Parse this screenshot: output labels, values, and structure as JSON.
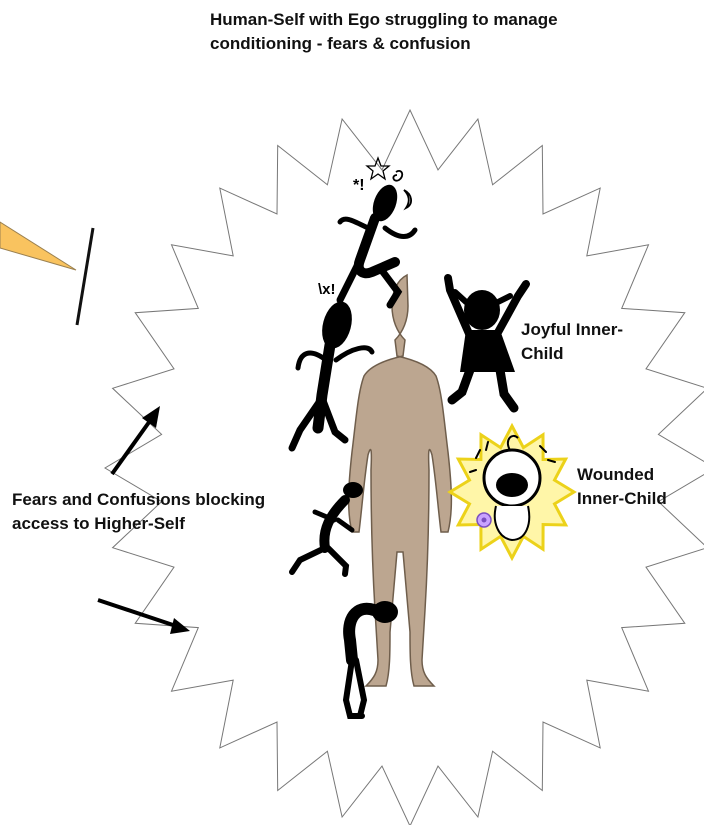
{
  "title": "Human-Self with Ego struggling to manage conditioning - fears & confusion",
  "labels": {
    "joyful": "Joyful Inner-Child",
    "wounded": "Wounded Inner-Child",
    "fears": "Fears and Confusions blocking access to Higher-Self"
  },
  "doodle_text": {
    "top_symbols": "*!",
    "mid_symbols": "\\x!"
  },
  "colors": {
    "human_body": "#bca690",
    "human_outline": "#6f5e4c",
    "silhouette": "#000000",
    "starburst_stroke": "#777777",
    "burst_fill": "#fff6a8",
    "burst_stroke": "#ecd21a",
    "speech_fill": "#f9c35f",
    "wound_flower": "#c9a3ff"
  },
  "icons": [
    "zigzag-starburst",
    "human-self-figure",
    "ego-doodle-figure",
    "joyful-child-silhouette",
    "crying-baby-icon",
    "arrow-icon"
  ]
}
